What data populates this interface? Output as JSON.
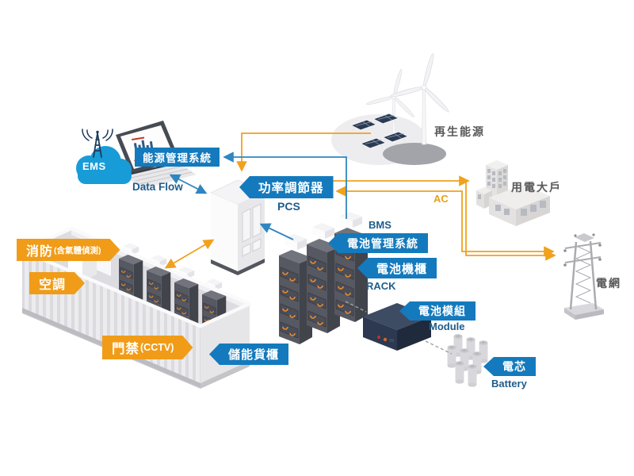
{
  "colors": {
    "badge_blue": "#147ABD",
    "badge_orange": "#F09C18",
    "line_blue": "#2F86C0",
    "line_orange": "#F0A11E",
    "navy_text": "#1F5C8B",
    "gray_text": "#585858",
    "ac_text": "#E8A01C",
    "cloud_blue": "#189CD8",
    "rack_dark": "#565862",
    "module_navy": "#2C3950"
  },
  "nodes": {
    "ems": {
      "badge": "能源管理系統",
      "cloud": "EMS",
      "flow": "Data Flow"
    },
    "pcs": {
      "badge": "功率調節器",
      "abbr": "PCS"
    },
    "renewable": {
      "label": "再生能源"
    },
    "consumer": {
      "label": "用電大戶"
    },
    "grid": {
      "label": "電網"
    },
    "ac_line": {
      "label": "AC"
    },
    "bms": {
      "abbr": "BMS",
      "badge": "電池管理系統"
    },
    "rack": {
      "badge": "電池機櫃",
      "abbr": "RACK"
    },
    "module": {
      "badge": "電池模組",
      "abbr": "Module"
    },
    "cell": {
      "badge": "電芯",
      "abbr": "Battery"
    },
    "container": {
      "badge": "儲能貨櫃",
      "fire": {
        "main": "消防",
        "detail": "(含氣體偵測)"
      },
      "hvac": {
        "main": "空調"
      },
      "access": {
        "main": "門禁",
        "detail": "(CCTV)"
      }
    }
  }
}
